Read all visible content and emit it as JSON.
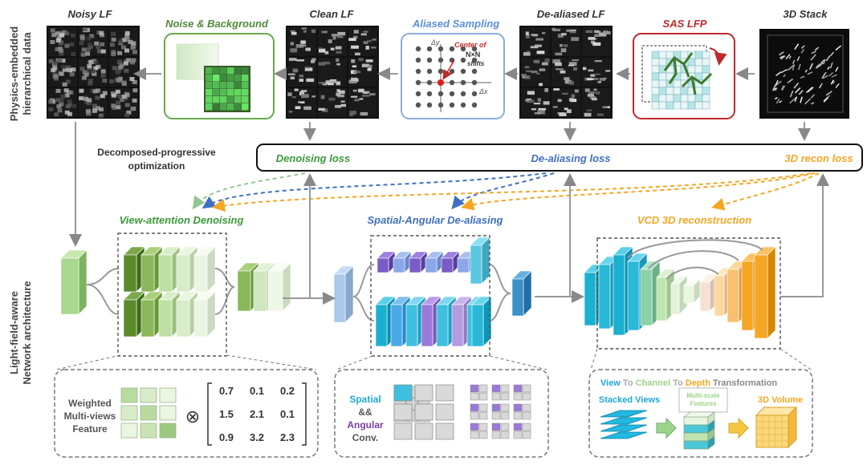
{
  "side_labels": {
    "top": [
      "Physics-embedded",
      "hierarchical data"
    ],
    "bottom": [
      "Light-field-aware",
      "Network architecture"
    ]
  },
  "headers": {
    "noisy_lf": "Noisy LF",
    "noise_bg": "Noise & Background",
    "clean_lf": "Clean LF",
    "aliased_sampling": "Aliased Sampling",
    "dealiased_lf": "De-aliased LF",
    "sas_lfp": "SAS LFP",
    "stack_3d": "3D Stack"
  },
  "aliased_panel": {
    "dy": "Δy",
    "dx": "Δx",
    "center_lines": [
      "Center of",
      "N×N",
      "shifts"
    ]
  },
  "optimization": {
    "label": [
      "Decomposed-progressive",
      "optimization"
    ],
    "denoising_loss": "Denoising loss",
    "dealiasing_loss": "De-aliasing loss",
    "recon_loss": "3D recon loss"
  },
  "modules": {
    "denoising": "View-attention Denoising",
    "dealiasing": "Spatial-Angular De-aliasing",
    "vcd": "VCD 3D reconstruction"
  },
  "box1": {
    "label": [
      "Weighted",
      "Multi-views",
      "Feature"
    ],
    "operator": "⊗",
    "matrix": [
      [
        "0.7",
        "0.1",
        "0.2"
      ],
      [
        "1.5",
        "2.1",
        "0.1"
      ],
      [
        "0.9",
        "3.2",
        "2.3"
      ]
    ]
  },
  "box2": {
    "spatial": "Spatial",
    "amp": "&&",
    "angular": "Angular",
    "conv": "Conv."
  },
  "box3": {
    "title": {
      "view": "View",
      "to1": " To ",
      "channel": "Channel",
      "to2": " To ",
      "depth": "Depth",
      "transformation": " Transformation"
    },
    "stacked_views": "Stacked Views",
    "multiscale": [
      "Multi-scale",
      "Features"
    ],
    "volume": "3D Volume"
  },
  "colors": {
    "green": "#3a9a3a",
    "blue": "#3f6fc0",
    "orange": "#f5a623",
    "red": "#c0282a",
    "dark": "#333333"
  }
}
